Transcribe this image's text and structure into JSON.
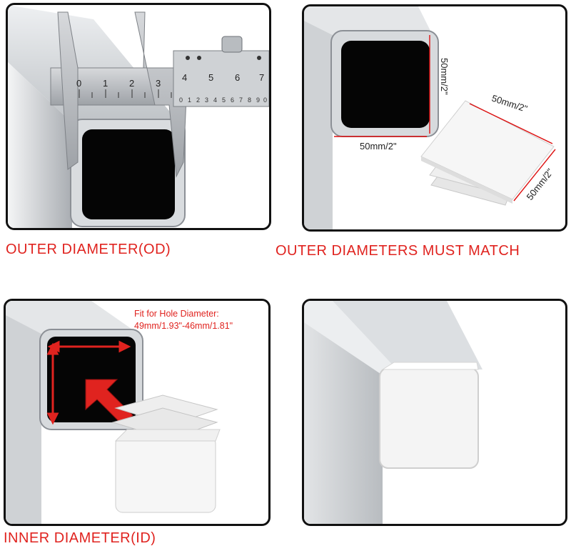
{
  "captions": {
    "outer": "OUTER DIAMETER(OD)",
    "match": "OUTER DIAMETERS MUST MATCH",
    "inner": "INNER DIAMETER(ID)"
  },
  "dimensions": {
    "tube_height": "50mm/2\"",
    "tube_width": "50mm/2\"",
    "cap_width": "50mm/2\"",
    "cap_depth": "50mm/2\""
  },
  "fit_note": {
    "line1": "Fit for Hole Diameter:",
    "line2": "49mm/1.93\"-46mm/1.81\""
  },
  "caliper": {
    "main_scale": [
      "0",
      "1",
      "2",
      "3",
      "4",
      "5",
      "6",
      "7"
    ],
    "vernier_scale": [
      "0",
      "1",
      "2",
      "3",
      "4",
      "5",
      "6",
      "7",
      "8",
      "9",
      "0"
    ]
  },
  "colors": {
    "caption_red": "#e0231f",
    "metal": "#c9ccd0",
    "hole": "#050505",
    "cap": "#f2f2f2"
  }
}
